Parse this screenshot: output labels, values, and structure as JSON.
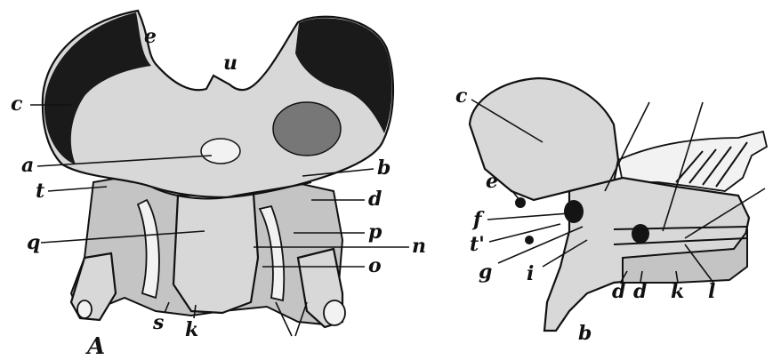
{
  "figure_a": {
    "panel_label": "A",
    "labels": {
      "e": "e",
      "u": "u",
      "c": "c",
      "a": "a",
      "b": "b",
      "t": "t",
      "d": "d",
      "q": "q",
      "p": "p",
      "n": "n",
      "o": "o",
      "s": "s",
      "k": "k"
    }
  },
  "figure_b": {
    "panel_label": "b",
    "labels": {
      "c": "c",
      "e": "e",
      "f": "f",
      "t_prime": "t'",
      "g": "g",
      "i": "i",
      "d1": "d",
      "d2": "d",
      "k": "k",
      "l": "l"
    }
  },
  "colors": {
    "ink": "#141414",
    "bone": "#d8d8d8",
    "paper": "#ffffff"
  }
}
